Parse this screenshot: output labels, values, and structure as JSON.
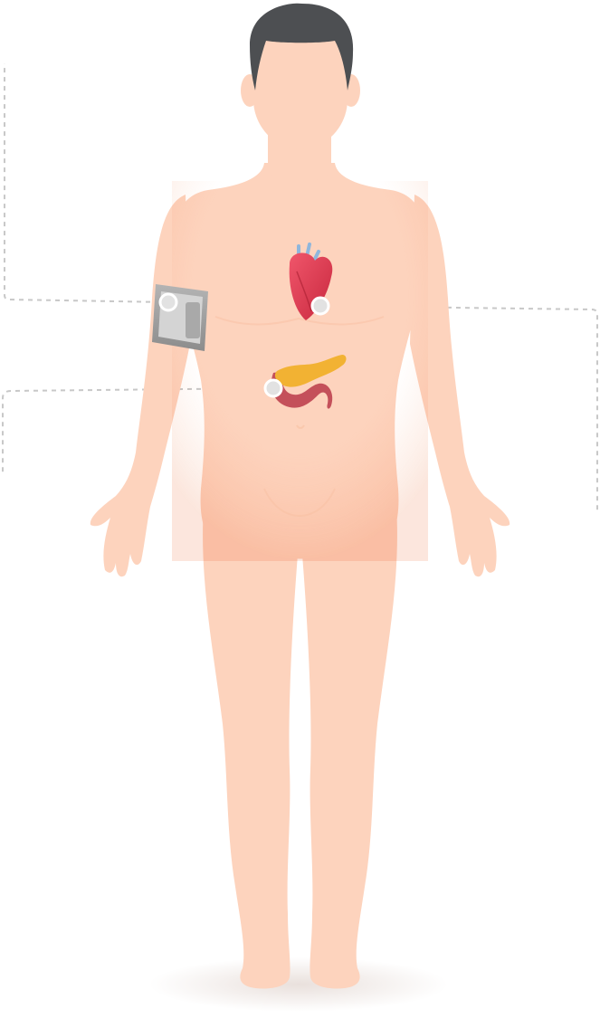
{
  "figure": {
    "type": "anatomical-body-diagram",
    "colors": {
      "skin": "#fdd3bd",
      "skin_shadow": "#f6b897",
      "hair": "#4d4f52",
      "ground_shadow": "#efe7e4",
      "leader_line": "#c8c8c8",
      "hotspot_fill": "#e2e2e2",
      "hotspot_ring": "#ffffff",
      "cuff_outer": "#9c9c9c",
      "cuff_inner": "#d4d4d4",
      "heart": "#e23a4e",
      "heart_vessels": "#8fb6dc",
      "pancreas": "#f2b233",
      "duodenum": "#c4505a"
    },
    "hotspots": [
      {
        "id": "blood-pressure-cuff",
        "icon": "blood-pressure-cuff-icon"
      },
      {
        "id": "heart",
        "icon": "heart-icon"
      },
      {
        "id": "pancreas",
        "icon": "pancreas-icon"
      }
    ]
  }
}
